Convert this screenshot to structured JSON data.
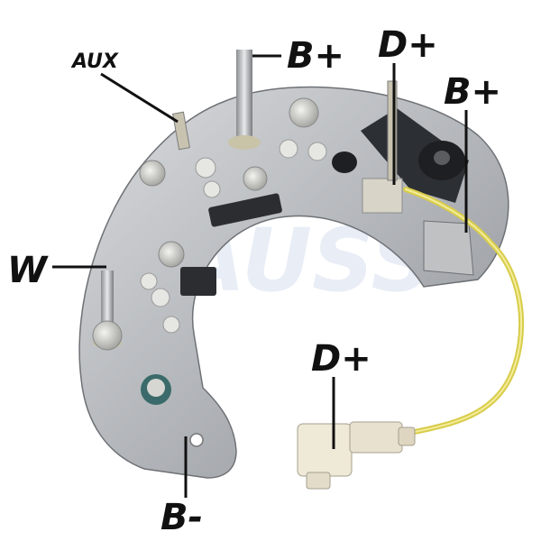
{
  "labels": {
    "aux": "AUX",
    "b_plus_stud": "B+",
    "d_plus_top": "D+",
    "b_plus_right": "B+",
    "w": "W",
    "d_plus_connector": "D+",
    "b_minus": "B-"
  },
  "watermark": "GAUSS",
  "colors": {
    "plate": "#b9bcc0",
    "wire": "#e3d85a",
    "connector": "#efe9d8",
    "label": "#111111"
  }
}
